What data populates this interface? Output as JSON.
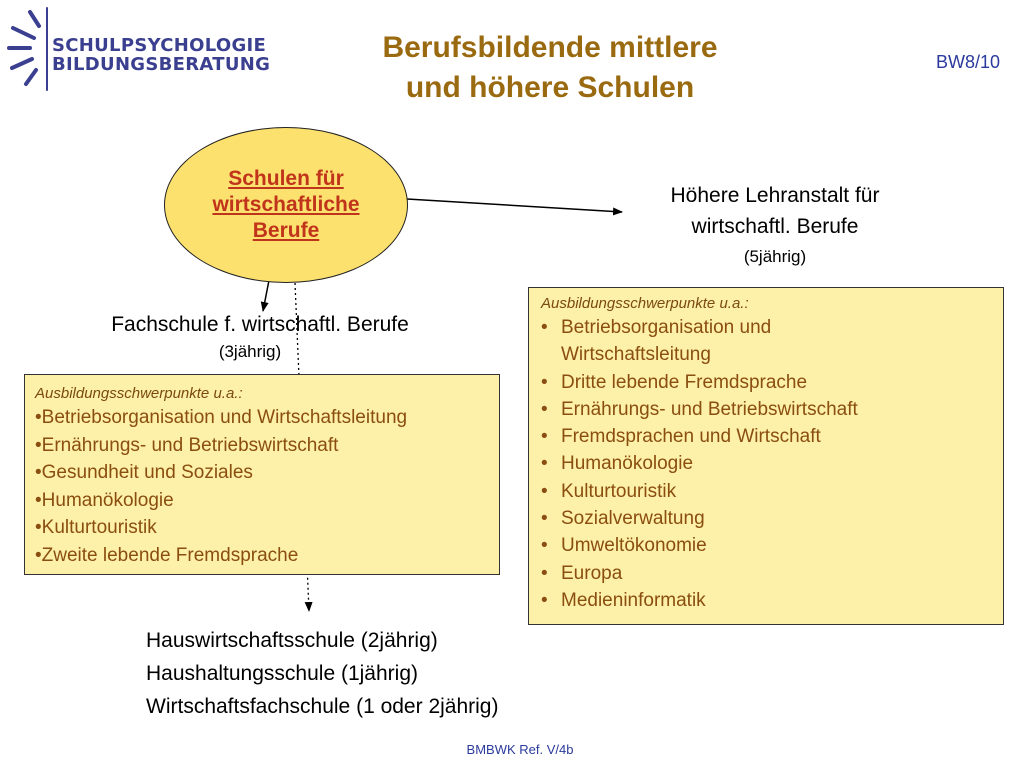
{
  "logo": {
    "line1": "SCHULPSYCHOLOGIE",
    "line2": "BILDUNGSBERATUNG",
    "mark_color": "#3b3f8f"
  },
  "title": {
    "line1": "Berufsbildende mittlere",
    "line2": "und höhere Schulen",
    "color": "#9a6a10"
  },
  "slide_code": "BW8/10",
  "center_node": {
    "label": "Schulen für wirtschaftliche Berufe",
    "fill": "#fde16e",
    "text_color": "#c0341b"
  },
  "hoehere_lehranstalt": {
    "name_line1": "Höhere Lehranstalt für",
    "name_line2": "wirtschaftl. Berufe",
    "duration": "(5jährig)"
  },
  "fachschule": {
    "name": "Fachschule f. wirtschaftl. Berufe",
    "duration": "(3jährig)"
  },
  "left_box": {
    "heading": "Ausbildungsschwerpunkte u.a.:",
    "items": [
      "Betriebsorganisation und Wirtschaftsleitung",
      "Ernährungs- und Betriebswirtschaft",
      "Gesundheit und Soziales",
      "Humanökologie",
      "Kulturtouristik",
      "Zweite lebende Fremdsprache"
    ]
  },
  "right_box": {
    "heading": "Ausbildungsschwerpunkte u.a.:",
    "items": [
      "Betriebsorganisation und Wirtschaftsleitung",
      "Dritte lebende Fremdsprache",
      "Ernährungs- und Betriebswirtschaft",
      "Fremdsprachen und Wirtschaft",
      "Humanökologie",
      "Kulturtouristik",
      "Sozialverwaltung",
      "Umweltökonomie",
      "Europa",
      "Medieninformatik"
    ]
  },
  "bottom_schools": [
    "Hauswirtschaftsschule (2jährig)",
    "Haushaltungsschule (1jährig)",
    "Wirtschaftsfachschule (1 oder 2jährig)"
  ],
  "box_fill": "#fdf0a8",
  "footer": "BMBWK Ref. V/4b"
}
